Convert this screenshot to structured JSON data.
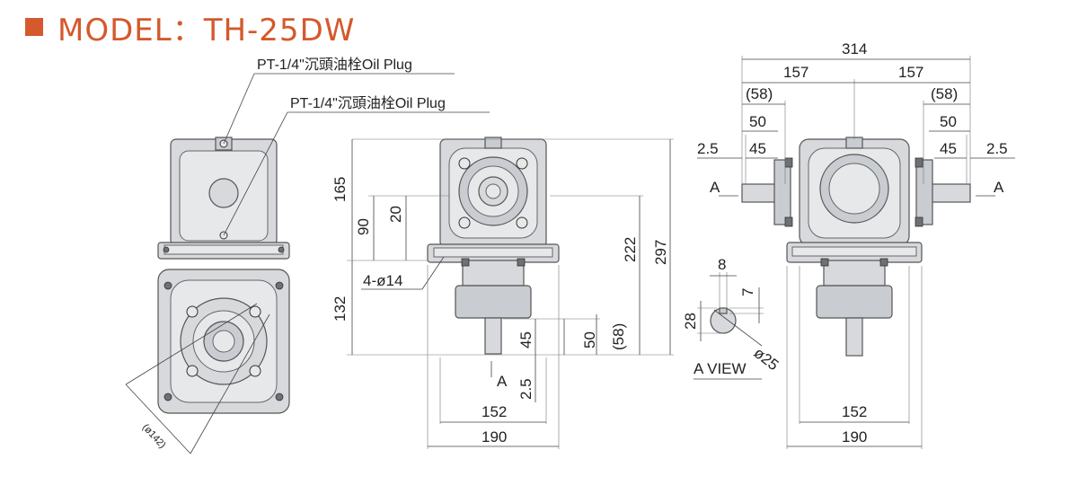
{
  "header": {
    "model_label": "MODEL：TH-25DW"
  },
  "labels": {
    "oil_plug_1": "PT-1/4\"沉頭油栓Oil Plug",
    "oil_plug_2": "PT-1/4\"沉頭油栓Oil Plug",
    "holes": "4-ø14",
    "pcd": "(ø142)",
    "a_view": "A VIEW",
    "arrow_a": "A"
  },
  "dims": {
    "overall_width": "314",
    "half_left": "157",
    "half_right": "157",
    "shaft_58_left": "(58)",
    "shaft_58_right": "(58)",
    "shaft_50_left": "50",
    "shaft_50_right": "50",
    "shaft_45_left": "45",
    "shaft_45_right": "45",
    "gap_25_left": "2.5",
    "gap_25_right": "2.5",
    "h165": "165",
    "h90": "90",
    "h20": "20",
    "h132": "132",
    "h222": "222",
    "h297": "297",
    "h45": "45",
    "h50": "50",
    "h58": "(58)",
    "h25": "2.5",
    "w152_front": "152",
    "w190_front": "190",
    "w152_side": "152",
    "w190_side": "190",
    "key_8": "8",
    "key_7": "7",
    "key_28": "28",
    "key_25": "ø25"
  }
}
